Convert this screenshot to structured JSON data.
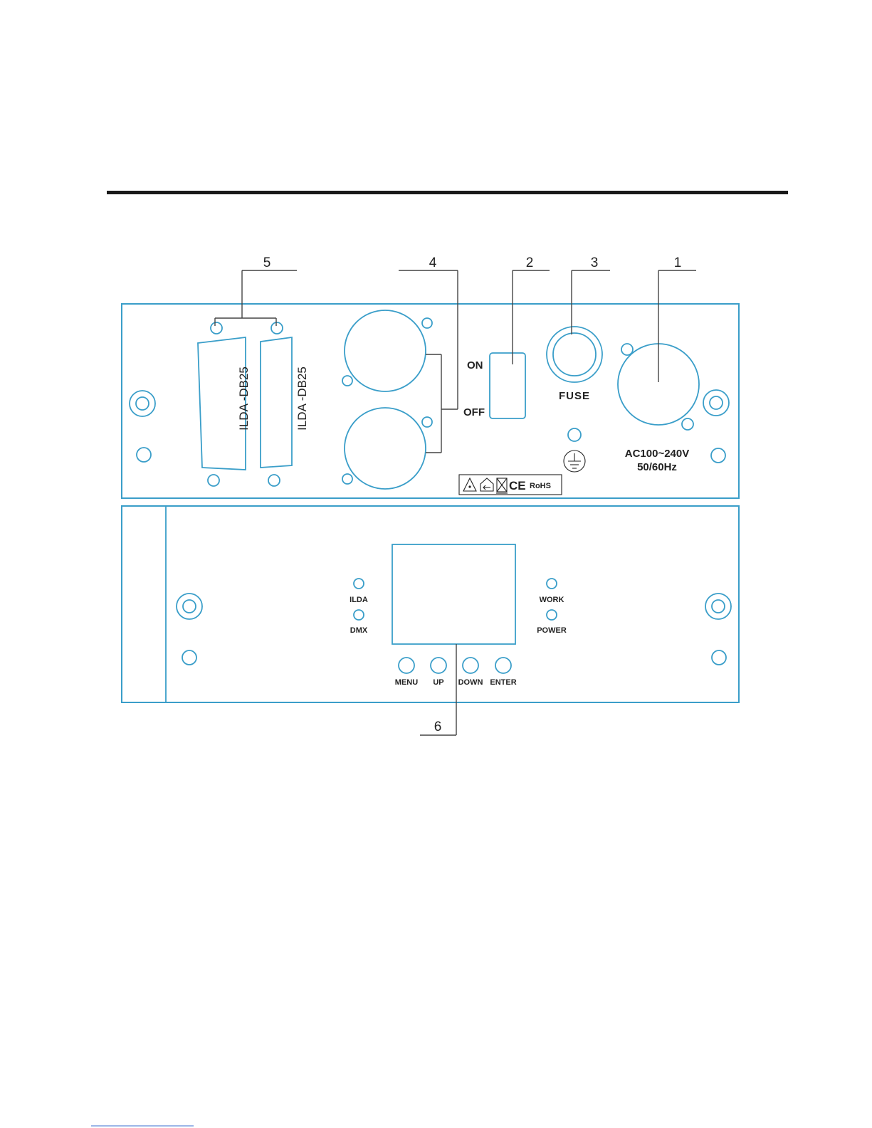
{
  "callouts": [
    "1",
    "2",
    "3",
    "4",
    "5",
    "6"
  ],
  "rear_panel": {
    "ilda_port_1": "ILDA -DB25",
    "ilda_port_2": "ILDA -DB25",
    "switch_on": "ON",
    "switch_off": "OFF",
    "fuse": "FUSE",
    "power_rating_line1": "AC100~240V",
    "power_rating_line2": "50/60Hz",
    "compliance_marks": "CE",
    "rohs": "RoHS"
  },
  "front_panel": {
    "led_ilda": "ILDA",
    "led_dmx": "DMX",
    "led_work": "WORK",
    "led_power": "POWER",
    "button_menu": "MENU",
    "button_up": "UP",
    "button_down": "DOWN",
    "button_enter": "ENTER"
  },
  "colors": {
    "panel_outline": "#3a9ec9",
    "leader_lines": "#444444",
    "rule": "#1a1a1a"
  }
}
